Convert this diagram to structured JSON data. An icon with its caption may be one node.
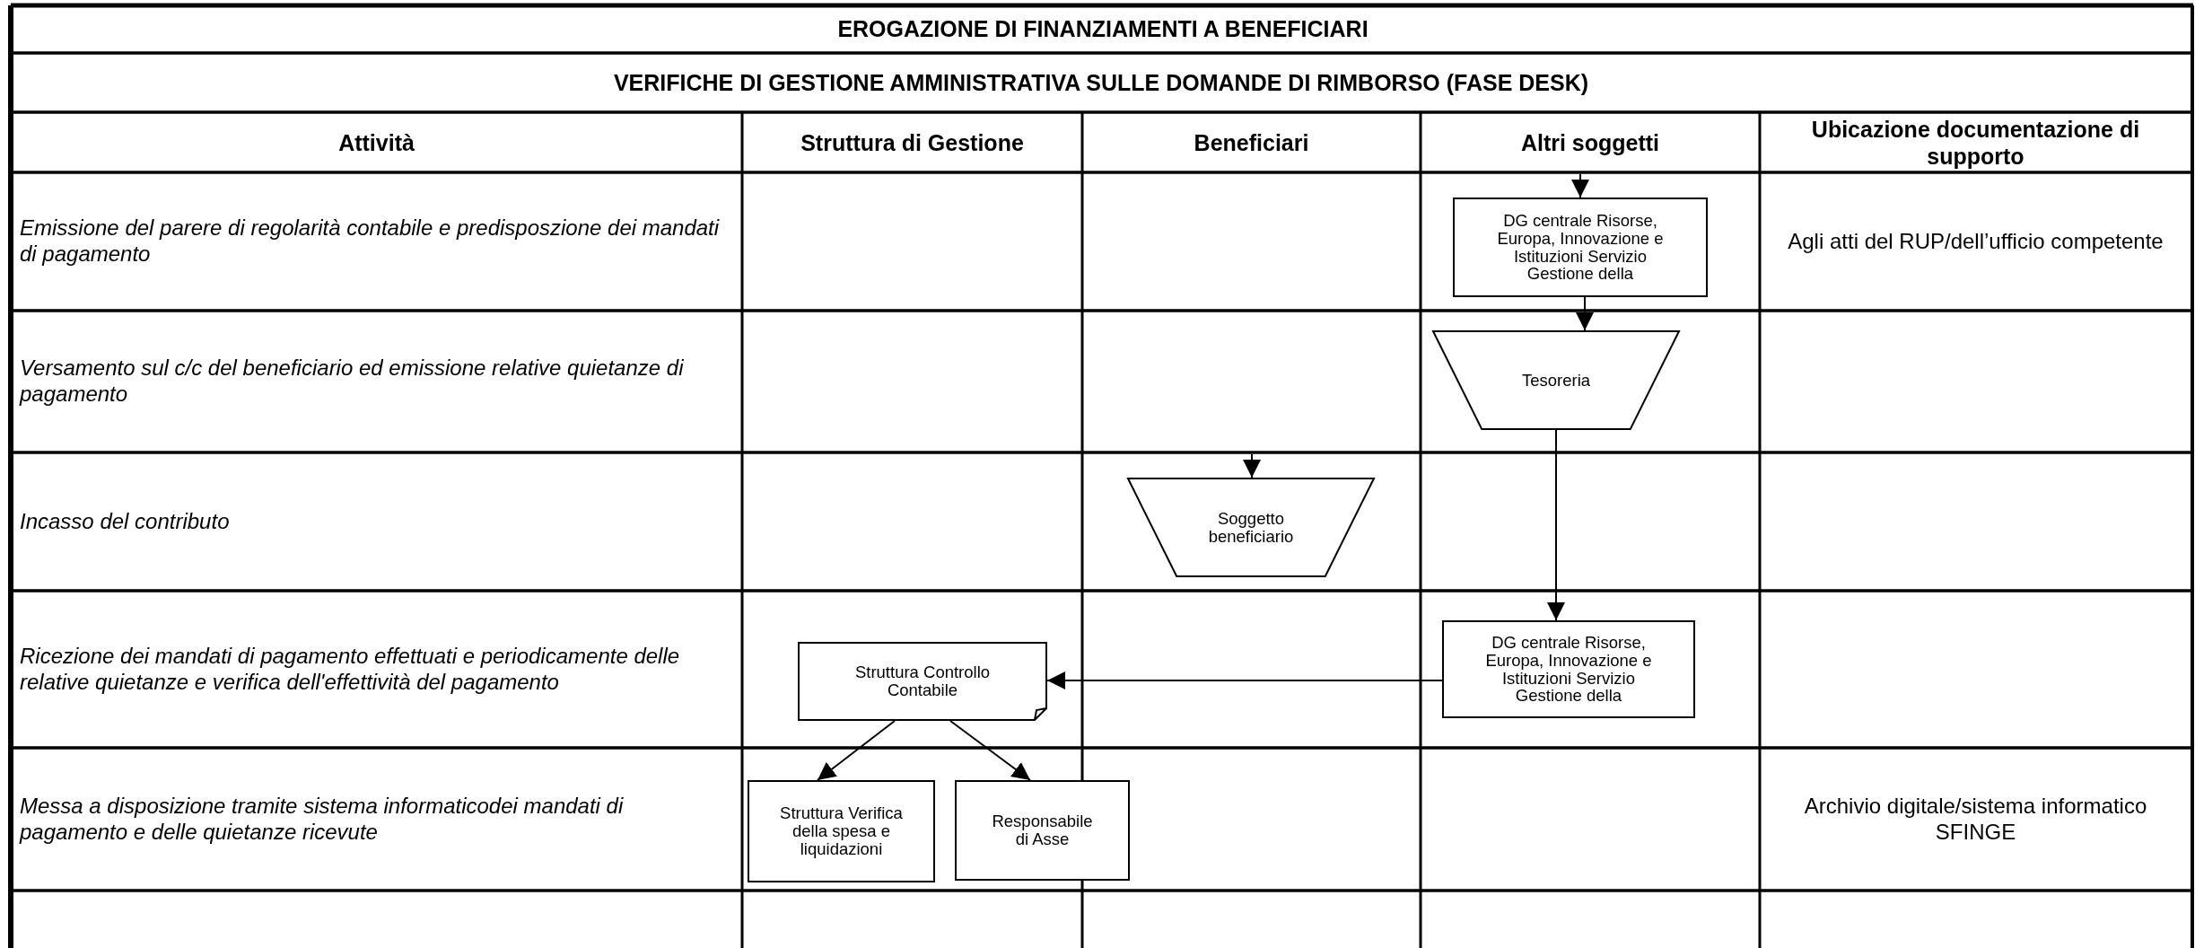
{
  "diagram": {
    "title": "EROGAZIONE DI FINANZIAMENTI A BENEFICIARI",
    "nodes": [
      {
        "text": [
          "DG centrale Risorse, Europa, Innovazione e Istituzioni Servizio Gestione della"
        ]
      },
      {
        "text": [
          "Tesoreria"
        ]
      },
      {
        "text": [
          "Soggetto beneficiario"
        ]
      },
      {
        "text": [
          "DG centrale Risorse, Europa, Innovazione e Istituzioni Servizio Gestione della"
        ]
      },
      {
        "text": [
          "Struttura Controllo Contabile"
        ]
      },
      {
        "text": [
          "Struttura Verifica della spesa e liquidazioni"
        ]
      },
      {
        "text": [
          "Responsabile di Asse"
        ]
      }
    ],
    "edges": [
      {
        "from": null,
        "to": 0,
        "arrow": "to"
      },
      {
        "from": 0,
        "to": 1,
        "arrow": "to"
      },
      {
        "from": null,
        "to": 2,
        "arrow": "to"
      },
      {
        "from": 1,
        "to": 3,
        "arrow": "to"
      },
      {
        "from": 3,
        "to": 4,
        "arrow": "to"
      },
      {
        "from": 4,
        "to": 5,
        "arrow": "to"
      },
      {
        "from": 4,
        "to": 6,
        "arrow": "to"
      }
    ],
    "labels": [
      "VERIFICHE DI GESTIONE AMMINISTRATIVA SULLE DOMANDE DI RIMBORSO (FASE DESK)",
      "Attività",
      "Struttura di Gestione",
      "Beneficiari",
      "Altri soggetti",
      "Ubicazione documentazione di supporto",
      "Emissione del parere di regolarità contabile e predisposzione dei mandati di pagamento",
      "Agli atti del RUP/dell’ufficio competente",
      "Versamento sul c/c del beneficiario ed emissione relative quietanze di pagamento",
      "Incasso del contributo",
      "Ricezione dei mandati di pagamento effettuati e periodicamente delle relative quietanze e verifica dell'effettività del pagamento",
      "Messa a disposizione tramite sistema informaticodei mandati di pagamento e delle quietanze ricevute",
      "Archivio digitale/sistema informatico SFINGE"
    ]
  }
}
